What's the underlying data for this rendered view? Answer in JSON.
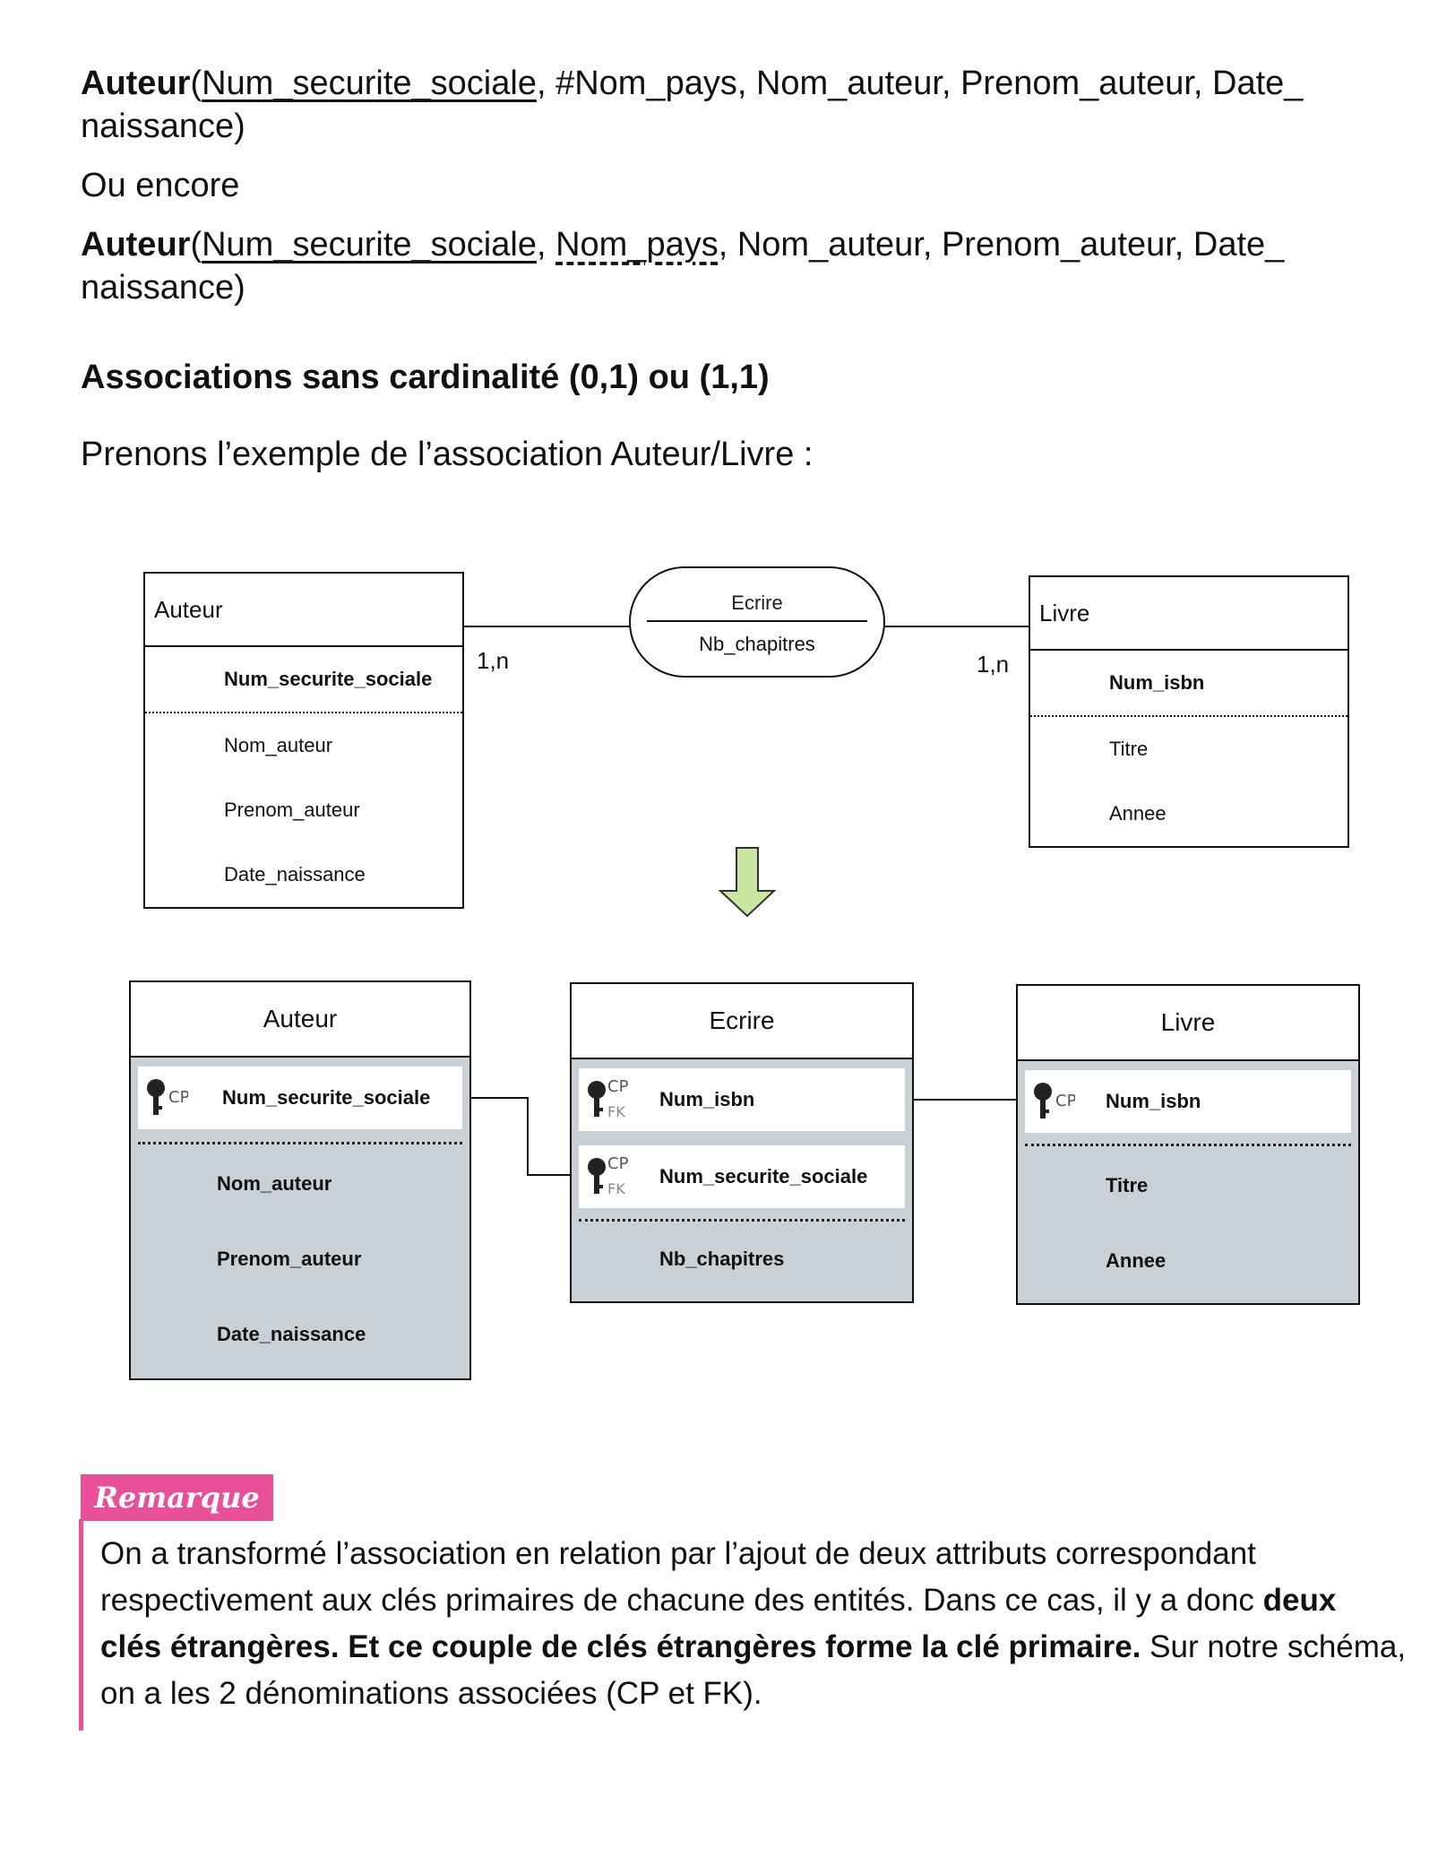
{
  "text": {
    "l1_bold": "Auteur",
    "l1_open": "(",
    "l1_key": "Num_securite_sociale",
    "l1_rest": ", #Nom_pays, Nom_auteur, Prenom_auteur, Date_",
    "l1_cont": "naissance)",
    "ou_encore": "Ou encore",
    "l2_bold": "Auteur",
    "l2_open": "(",
    "l2_key": "Num_securite_sociale",
    "l2_comma": ", ",
    "l2_fk": "Nom_pays",
    "l2_rest": ", Nom_auteur, Prenom_auteur, Date_",
    "l2_cont": "naissance)",
    "heading": "Associations sans cardinalité (0,1) ou (1,1)",
    "intro": "Prenons l’exemple de l’association Auteur/Livre :"
  },
  "mcd": {
    "auteur": {
      "title": "Auteur",
      "key": "Num_securite_sociale",
      "attrs": [
        "Nom_auteur",
        "Prenom_auteur",
        "Date_naissance"
      ]
    },
    "ecrire": {
      "name": "Ecrire",
      "attr": "Nb_chapitres"
    },
    "livre": {
      "title": "Livre",
      "key": "Num_isbn",
      "attrs": [
        "Titre",
        "Annee"
      ]
    },
    "card_left": "1,n",
    "card_right": "1,n"
  },
  "arrow_color": "#c8e6a0",
  "mld": {
    "auteur": {
      "title": "Auteur",
      "key_tag": "CP",
      "key": "Num_securite_sociale",
      "attrs": [
        "Nom_auteur",
        "Prenom_auteur",
        "Date_naissance"
      ]
    },
    "ecrire": {
      "title": "Ecrire",
      "key1_tag_cp": "CP",
      "key1_tag_fk": "FK",
      "key1": "Num_isbn",
      "key2_tag_cp": "CP",
      "key2_tag_fk": "FK",
      "key2": "Num_securite_sociale",
      "attr": "Nb_chapitres"
    },
    "livre": {
      "title": "Livre",
      "key_tag": "CP",
      "key": "Num_isbn",
      "attrs": [
        "Titre",
        "Annee"
      ]
    }
  },
  "remark": {
    "label": "Remarque",
    "color": "#e8509a",
    "l1": "On a transformé l’association en relation par l’ajout de deux attributs correspondant",
    "l2_a": "respectivement aux clés primaires de chacune des entités. Dans ce cas, il y a donc ",
    "l2_b": "deux",
    "l3_b": "clés étrangères. Et ce couple de clés étrangères forme la clé primaire.",
    "l3_c": " Sur notre schéma,",
    "l4": "on a les 2 dénominations associées (CP et FK)."
  }
}
